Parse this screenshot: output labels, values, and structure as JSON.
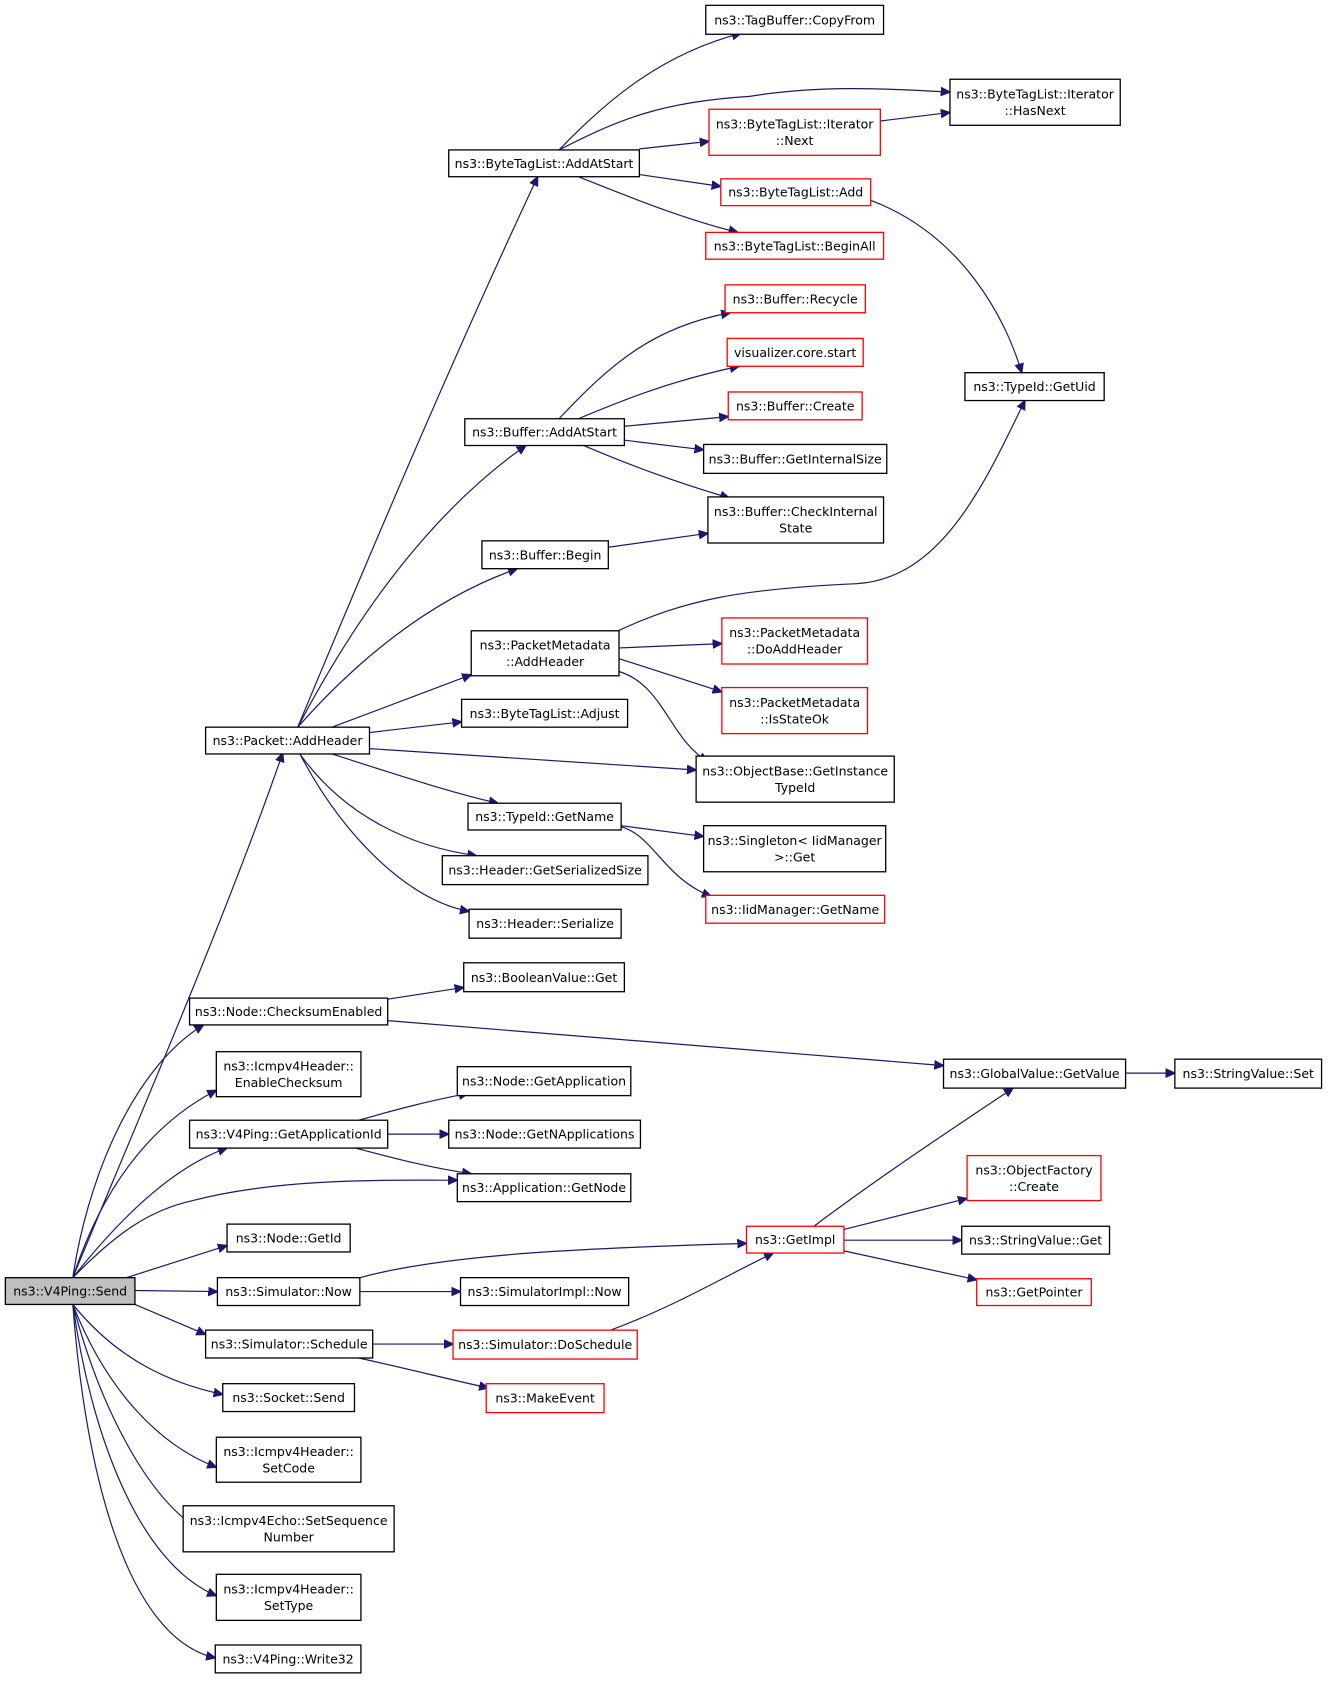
{
  "diagram": {
    "colors": {
      "edge": "#191970",
      "border_normal": "#000000",
      "border_truncated": "#ff0000",
      "root_fill": "#bfbfbf",
      "fill": "#ffffff"
    },
    "nodes": [
      {
        "id": "send",
        "lines": [
          "ns3::V4Ping::Send"
        ],
        "style": "root"
      },
      {
        "id": "addheader",
        "lines": [
          "ns3::Packet::AddHeader"
        ],
        "style": "normal"
      },
      {
        "id": "bt_addatstart",
        "lines": [
          "ns3::ByteTagList::AddAtStart"
        ],
        "style": "normal"
      },
      {
        "id": "tag_copyfrom",
        "lines": [
          "ns3::TagBuffer::CopyFrom"
        ],
        "style": "normal"
      },
      {
        "id": "bt_it_hasnext",
        "lines": [
          "ns3::ByteTagList::Iterator",
          "::HasNext"
        ],
        "style": "normal"
      },
      {
        "id": "bt_it_next",
        "lines": [
          "ns3::ByteTagList::Iterator",
          "::Next"
        ],
        "style": "truncated"
      },
      {
        "id": "bt_add",
        "lines": [
          "ns3::ByteTagList::Add"
        ],
        "style": "truncated"
      },
      {
        "id": "bt_beginall",
        "lines": [
          "ns3::ByteTagList::BeginAll"
        ],
        "style": "truncated"
      },
      {
        "id": "buf_recycle",
        "lines": [
          "ns3::Buffer::Recycle"
        ],
        "style": "truncated"
      },
      {
        "id": "viz_start",
        "lines": [
          "visualizer.core.start"
        ],
        "style": "truncated"
      },
      {
        "id": "buf_create",
        "lines": [
          "ns3::Buffer::Create"
        ],
        "style": "truncated"
      },
      {
        "id": "buf_addatstart",
        "lines": [
          "ns3::Buffer::AddAtStart"
        ],
        "style": "normal"
      },
      {
        "id": "buf_getinternalsize",
        "lines": [
          "ns3::Buffer::GetInternalSize"
        ],
        "style": "normal"
      },
      {
        "id": "buf_checkinternal",
        "lines": [
          "ns3::Buffer::CheckInternal",
          "State"
        ],
        "style": "normal"
      },
      {
        "id": "buf_begin",
        "lines": [
          "ns3::Buffer::Begin"
        ],
        "style": "normal"
      },
      {
        "id": "typeid_getuid",
        "lines": [
          "ns3::TypeId::GetUid"
        ],
        "style": "normal"
      },
      {
        "id": "pm_addheader",
        "lines": [
          "ns3::PacketMetadata",
          "::AddHeader"
        ],
        "style": "normal"
      },
      {
        "id": "pm_doaddheader",
        "lines": [
          "ns3::PacketMetadata",
          "::DoAddHeader"
        ],
        "style": "truncated"
      },
      {
        "id": "pm_isstateok",
        "lines": [
          "ns3::PacketMetadata",
          "::IsStateOk"
        ],
        "style": "truncated"
      },
      {
        "id": "bt_adjust",
        "lines": [
          "ns3::ByteTagList::Adjust"
        ],
        "style": "normal"
      },
      {
        "id": "ob_getinstancetypeid",
        "lines": [
          "ns3::ObjectBase::GetInstance",
          "TypeId"
        ],
        "style": "normal"
      },
      {
        "id": "typeid_getname",
        "lines": [
          "ns3::TypeId::GetName"
        ],
        "style": "normal"
      },
      {
        "id": "singleton_get",
        "lines": [
          "ns3::Singleton< IidManager",
          ">::Get"
        ],
        "style": "normal"
      },
      {
        "id": "header_getsersize",
        "lines": [
          "ns3::Header::GetSerializedSize"
        ],
        "style": "normal"
      },
      {
        "id": "iid_getname",
        "lines": [
          "ns3::IidManager::GetName"
        ],
        "style": "truncated"
      },
      {
        "id": "header_serialize",
        "lines": [
          "ns3::Header::Serialize"
        ],
        "style": "normal"
      },
      {
        "id": "boolvalue_get",
        "lines": [
          "ns3::BooleanValue::Get"
        ],
        "style": "normal"
      },
      {
        "id": "node_checksum",
        "lines": [
          "ns3::Node::ChecksumEnabled"
        ],
        "style": "normal"
      },
      {
        "id": "icmp_enablechecksum",
        "lines": [
          "ns3::Icmpv4Header::",
          "EnableChecksum"
        ],
        "style": "normal"
      },
      {
        "id": "gv_getvalue",
        "lines": [
          "ns3::GlobalValue::GetValue"
        ],
        "style": "normal"
      },
      {
        "id": "sv_set",
        "lines": [
          "ns3::StringValue::Set"
        ],
        "style": "normal"
      },
      {
        "id": "node_getapp",
        "lines": [
          "ns3::Node::GetApplication"
        ],
        "style": "normal"
      },
      {
        "id": "v4_getappid",
        "lines": [
          "ns3::V4Ping::GetApplicationId"
        ],
        "style": "normal"
      },
      {
        "id": "node_getnapps",
        "lines": [
          "ns3::Node::GetNApplications"
        ],
        "style": "normal"
      },
      {
        "id": "of_create",
        "lines": [
          "ns3::ObjectFactory",
          "::Create"
        ],
        "style": "truncated"
      },
      {
        "id": "app_getnode",
        "lines": [
          "ns3::Application::GetNode"
        ],
        "style": "normal"
      },
      {
        "id": "node_getid",
        "lines": [
          "ns3::Node::GetId"
        ],
        "style": "normal"
      },
      {
        "id": "getimpl",
        "lines": [
          "ns3::GetImpl"
        ],
        "style": "truncated"
      },
      {
        "id": "sv_get",
        "lines": [
          "ns3::StringValue::Get"
        ],
        "style": "normal"
      },
      {
        "id": "sim_now",
        "lines": [
          "ns3::Simulator::Now"
        ],
        "style": "normal"
      },
      {
        "id": "simimpl_now",
        "lines": [
          "ns3::SimulatorImpl::Now"
        ],
        "style": "normal"
      },
      {
        "id": "getpointer",
        "lines": [
          "ns3::GetPointer"
        ],
        "style": "truncated"
      },
      {
        "id": "sim_schedule",
        "lines": [
          "ns3::Simulator::Schedule"
        ],
        "style": "normal"
      },
      {
        "id": "sim_doschedule",
        "lines": [
          "ns3::Simulator::DoSchedule"
        ],
        "style": "truncated"
      },
      {
        "id": "socket_send",
        "lines": [
          "ns3::Socket::Send"
        ],
        "style": "normal"
      },
      {
        "id": "makeevent",
        "lines": [
          "ns3::MakeEvent"
        ],
        "style": "truncated"
      },
      {
        "id": "icmp_setcode",
        "lines": [
          "ns3::Icmpv4Header::",
          "SetCode"
        ],
        "style": "normal"
      },
      {
        "id": "echo_setseq",
        "lines": [
          "ns3::Icmpv4Echo::SetSequence",
          "Number"
        ],
        "style": "normal"
      },
      {
        "id": "icmp_settype",
        "lines": [
          "ns3::Icmpv4Header::",
          "SetType"
        ],
        "style": "normal"
      },
      {
        "id": "v4_write32",
        "lines": [
          "ns3::V4Ping::Write32"
        ],
        "style": "normal"
      }
    ],
    "edges": [
      [
        "send",
        "addheader"
      ],
      [
        "send",
        "node_checksum"
      ],
      [
        "send",
        "icmp_enablechecksum"
      ],
      [
        "send",
        "v4_getappid"
      ],
      [
        "send",
        "app_getnode"
      ],
      [
        "send",
        "node_getid"
      ],
      [
        "send",
        "sim_now"
      ],
      [
        "send",
        "sim_schedule"
      ],
      [
        "send",
        "socket_send"
      ],
      [
        "send",
        "icmp_setcode"
      ],
      [
        "send",
        "echo_setseq"
      ],
      [
        "send",
        "icmp_settype"
      ],
      [
        "send",
        "v4_write32"
      ],
      [
        "addheader",
        "bt_addatstart"
      ],
      [
        "addheader",
        "buf_addatstart"
      ],
      [
        "addheader",
        "buf_begin"
      ],
      [
        "addheader",
        "pm_addheader"
      ],
      [
        "addheader",
        "bt_adjust"
      ],
      [
        "addheader",
        "ob_getinstancetypeid"
      ],
      [
        "addheader",
        "typeid_getname"
      ],
      [
        "addheader",
        "header_getsersize"
      ],
      [
        "addheader",
        "header_serialize"
      ],
      [
        "bt_addatstart",
        "tag_copyfrom"
      ],
      [
        "bt_addatstart",
        "bt_it_hasnext"
      ],
      [
        "bt_addatstart",
        "bt_it_next"
      ],
      [
        "bt_addatstart",
        "bt_add"
      ],
      [
        "bt_addatstart",
        "bt_beginall"
      ],
      [
        "bt_it_next",
        "bt_it_hasnext"
      ],
      [
        "bt_add",
        "typeid_getuid"
      ],
      [
        "buf_addatstart",
        "buf_recycle"
      ],
      [
        "buf_addatstart",
        "viz_start"
      ],
      [
        "buf_addatstart",
        "buf_create"
      ],
      [
        "buf_addatstart",
        "buf_getinternalsize"
      ],
      [
        "buf_addatstart",
        "buf_checkinternal"
      ],
      [
        "buf_begin",
        "buf_checkinternal"
      ],
      [
        "pm_addheader",
        "typeid_getuid"
      ],
      [
        "pm_addheader",
        "pm_doaddheader"
      ],
      [
        "pm_addheader",
        "pm_isstateok"
      ],
      [
        "pm_addheader",
        "ob_getinstancetypeid"
      ],
      [
        "typeid_getname",
        "singleton_get"
      ],
      [
        "typeid_getname",
        "iid_getname"
      ],
      [
        "node_checksum",
        "boolvalue_get"
      ],
      [
        "node_checksum",
        "gv_getvalue"
      ],
      [
        "gv_getvalue",
        "sv_set"
      ],
      [
        "v4_getappid",
        "node_getapp"
      ],
      [
        "v4_getappid",
        "node_getnapps"
      ],
      [
        "v4_getappid",
        "app_getnode"
      ],
      [
        "getimpl",
        "gv_getvalue"
      ],
      [
        "getimpl",
        "of_create"
      ],
      [
        "getimpl",
        "sv_get"
      ],
      [
        "getimpl",
        "getpointer"
      ],
      [
        "sim_now",
        "getimpl"
      ],
      [
        "sim_now",
        "simimpl_now"
      ],
      [
        "sim_schedule",
        "sim_doschedule"
      ],
      [
        "sim_schedule",
        "makeevent"
      ],
      [
        "sim_doschedule",
        "getimpl"
      ]
    ]
  }
}
